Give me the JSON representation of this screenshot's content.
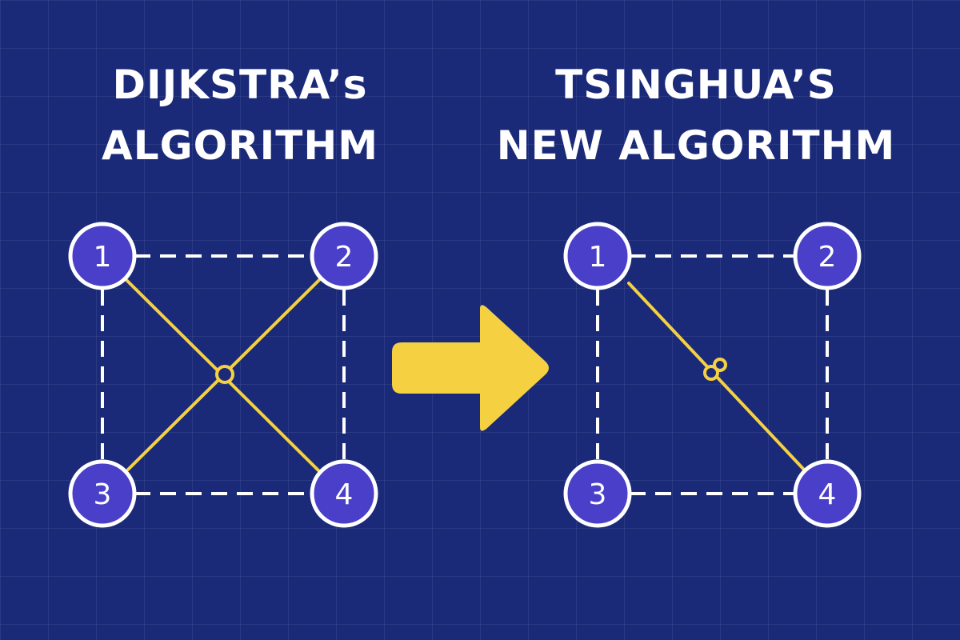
{
  "colors": {
    "background": "#1a2a78",
    "node_fill": "#4a3fc9",
    "node_stroke": "#ffffff",
    "path": "#f5d142",
    "dashed_edge": "#ffffff",
    "arrow": "#f5d142"
  },
  "left_diagram": {
    "title_line1": "DIJKSTRA’s",
    "title_line2": "ALGORITHM",
    "nodes": [
      "1",
      "2",
      "3",
      "4"
    ]
  },
  "right_diagram": {
    "title_line1": "TSINGHUA’S",
    "title_line2": "NEW ALGORITHM",
    "nodes": [
      "1",
      "2",
      "3",
      "4"
    ]
  },
  "transition": {
    "icon": "right-arrow-icon"
  }
}
